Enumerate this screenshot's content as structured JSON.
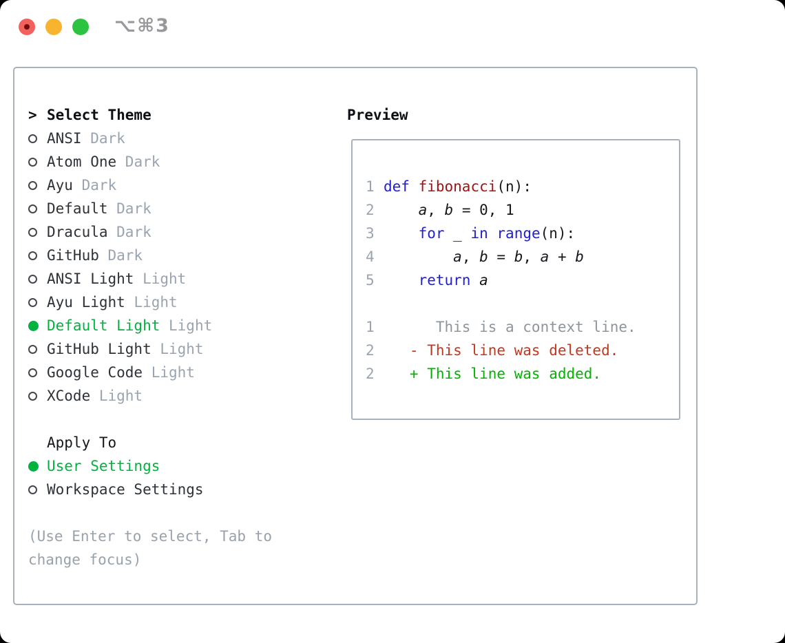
{
  "window": {
    "title": "⌥⌘3",
    "traffic_lights": [
      "close",
      "minimize",
      "zoom"
    ]
  },
  "theme_list": {
    "header": {
      "prefix": ">",
      "label": "Select Theme"
    },
    "items": [
      {
        "name": "ANSI",
        "tag": "Dark",
        "selected": false
      },
      {
        "name": "Atom One",
        "tag": "Dark",
        "selected": false
      },
      {
        "name": "Ayu",
        "tag": "Dark",
        "selected": false
      },
      {
        "name": "Default",
        "tag": "Dark",
        "selected": false
      },
      {
        "name": "Dracula",
        "tag": "Dark",
        "selected": false
      },
      {
        "name": "GitHub",
        "tag": "Dark",
        "selected": false
      },
      {
        "name": "ANSI Light",
        "tag": "Light",
        "selected": false
      },
      {
        "name": "Ayu Light",
        "tag": "Light",
        "selected": false
      },
      {
        "name": "Default Light",
        "tag": "Light",
        "selected": true
      },
      {
        "name": "GitHub Light",
        "tag": "Light",
        "selected": false
      },
      {
        "name": "Google Code",
        "tag": "Light",
        "selected": false
      },
      {
        "name": "XCode",
        "tag": "Light",
        "selected": false
      }
    ]
  },
  "apply_to": {
    "header": "Apply To",
    "options": [
      {
        "name": "User Settings",
        "selected": true
      },
      {
        "name": "Workspace Settings",
        "selected": false
      }
    ]
  },
  "hint": "(Use Enter to select, Tab to change focus)",
  "preview": {
    "title": "Preview",
    "lines": [
      {
        "num": "1",
        "segments": [
          {
            "text": "def",
            "style": "keyword"
          },
          {
            "text": " ",
            "style": "plain"
          },
          {
            "text": "fibonacci",
            "style": "function"
          },
          {
            "text": "(n):",
            "style": "plain"
          }
        ]
      },
      {
        "num": "2",
        "segments": [
          {
            "text": "    ",
            "style": "plain"
          },
          {
            "text": "a",
            "style": "variable"
          },
          {
            "text": ", ",
            "style": "plain"
          },
          {
            "text": "b",
            "style": "variable"
          },
          {
            "text": " = 0, 1",
            "style": "plain"
          }
        ]
      },
      {
        "num": "3",
        "segments": [
          {
            "text": "    ",
            "style": "plain"
          },
          {
            "text": "for",
            "style": "keyword"
          },
          {
            "text": " _ ",
            "style": "plain"
          },
          {
            "text": "in",
            "style": "keyword"
          },
          {
            "text": " ",
            "style": "plain"
          },
          {
            "text": "range",
            "style": "keyword"
          },
          {
            "text": "(n):",
            "style": "plain"
          }
        ]
      },
      {
        "num": "4",
        "segments": [
          {
            "text": "        ",
            "style": "plain"
          },
          {
            "text": "a",
            "style": "variable"
          },
          {
            "text": ", ",
            "style": "plain"
          },
          {
            "text": "b",
            "style": "variable"
          },
          {
            "text": " = ",
            "style": "plain"
          },
          {
            "text": "b",
            "style": "variable"
          },
          {
            "text": ", ",
            "style": "plain"
          },
          {
            "text": "a",
            "style": "variable"
          },
          {
            "text": " + ",
            "style": "plain"
          },
          {
            "text": "b",
            "style": "variable"
          }
        ]
      },
      {
        "num": "5",
        "segments": [
          {
            "text": "    ",
            "style": "plain"
          },
          {
            "text": "return",
            "style": "keyword"
          },
          {
            "text": " ",
            "style": "plain"
          },
          {
            "text": "a",
            "style": "variable"
          }
        ]
      },
      {
        "num": "",
        "segments": []
      },
      {
        "num": "1",
        "segments": [
          {
            "text": "      This is a context line.",
            "style": "context"
          }
        ]
      },
      {
        "num": "2",
        "segments": [
          {
            "text": "   - This line was deleted.",
            "style": "deleted"
          }
        ]
      },
      {
        "num": "2",
        "segments": [
          {
            "text": "   + This line was added.",
            "style": "added"
          }
        ]
      }
    ]
  },
  "colors": {
    "accent_green": "#00b33e",
    "keyword_blue": "#1f1fd6",
    "function_red": "#a31212",
    "deleted_red": "#c5371c",
    "added_green": "#00b400",
    "muted_gray": "#9aa4b0",
    "border_gray": "#a9b1bb"
  }
}
